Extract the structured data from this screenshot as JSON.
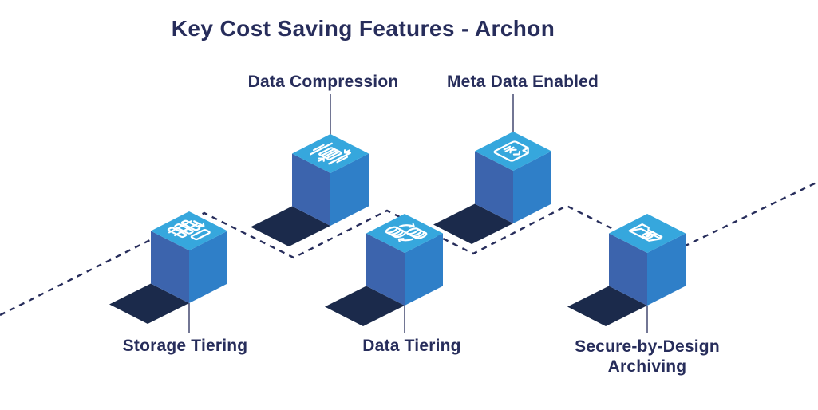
{
  "title": "Key Cost Saving Features - Archon",
  "colors": {
    "background": "#ffffff",
    "title_text": "#272D5B",
    "label_text": "#272D5B",
    "cube_top": "#36A7DD",
    "cube_left": "#3C64AD",
    "cube_right": "#2F7FC8",
    "shadow": "#1B2A4B",
    "dashed_line": "#272D5B",
    "icon_stroke": "#ffffff"
  },
  "features": [
    {
      "label": "Storage Tiering",
      "icon": "storage-tiering-icon",
      "row": "bottom"
    },
    {
      "label": "Data Compression",
      "icon": "data-compression-icon",
      "row": "top"
    },
    {
      "label": "Data Tiering",
      "icon": "data-tiering-icon",
      "row": "bottom"
    },
    {
      "label": "Meta Data Enabled",
      "icon": "meta-data-icon",
      "row": "top"
    },
    {
      "label": "Secure-by-Design Archiving",
      "icon": "secure-archiving-icon",
      "row": "bottom"
    }
  ]
}
